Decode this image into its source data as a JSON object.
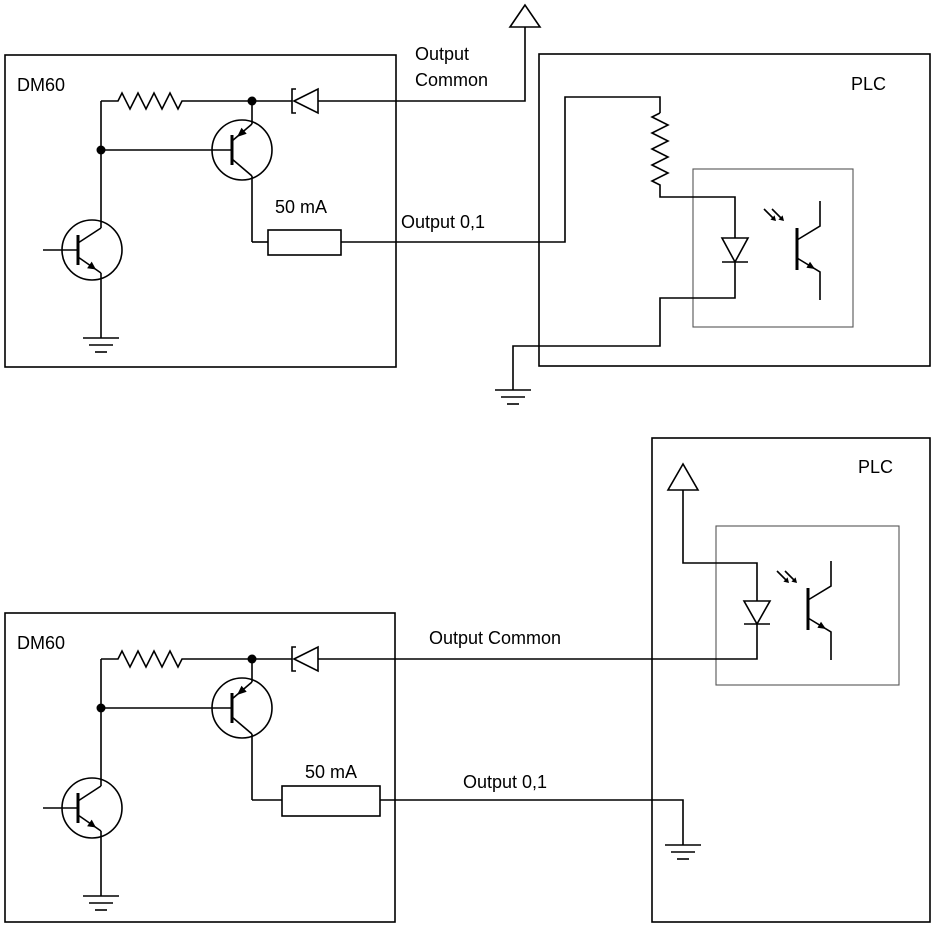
{
  "diagram_top": {
    "dm_label": "DM60",
    "common_label_line1": "Output",
    "common_label_line2": "Common",
    "plc_label": "PLC",
    "fuse_label": "50 mA",
    "output_label": "Output 0,1"
  },
  "diagram_bottom": {
    "dm_label": "DM60",
    "common_label": "Output Common",
    "plc_label": "PLC",
    "fuse_label": "50 mA",
    "output_label": "Output 0,1"
  }
}
